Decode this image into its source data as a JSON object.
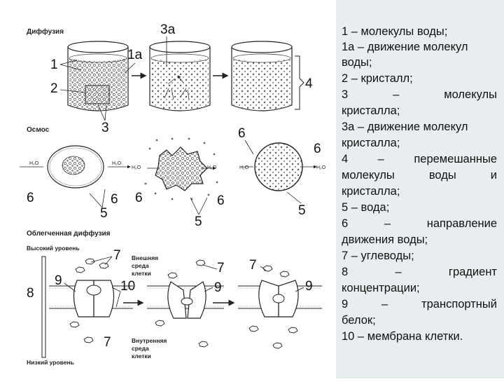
{
  "figure": {
    "sections": {
      "diffusion": "Диффузия",
      "osmosis": "Осмос",
      "facilitated": "Облегченная диффузия"
    },
    "levels": {
      "high": "Высокий уровень",
      "low": "Низкий уровень"
    },
    "environment": {
      "outer": [
        "Внешняя",
        "среда",
        "клетки"
      ],
      "inner": [
        "Внутренняя",
        "среда",
        "клетки"
      ]
    },
    "water_symbol": "H₂O",
    "numbers": {
      "n1": "1",
      "n1a": "1а",
      "n2": "2",
      "n3a": "3а",
      "n3": "3",
      "n4": "4",
      "n5": "5",
      "n6": "6",
      "n7": "7",
      "n8": "8",
      "n9": "9",
      "n10": "10"
    }
  },
  "legend": {
    "lines": [
      "1 – молекулы воды;",
      "1а – движение молекул",
      "воды;",
      "2 – кристалл;",
      "3 – молекулы",
      "кристалла;",
      "3а – движение молекул",
      "кристалла;",
      "4 – перемешанные",
      "молекулы воды и",
      "кристалла;",
      "5 – вода;",
      "6 – направление",
      "движения воды;",
      "7 – углеводы;",
      "8 – градиент",
      "концентрации;",
      "9 – транспортный",
      "белок;",
      "10 – мембрана клетки."
    ]
  }
}
